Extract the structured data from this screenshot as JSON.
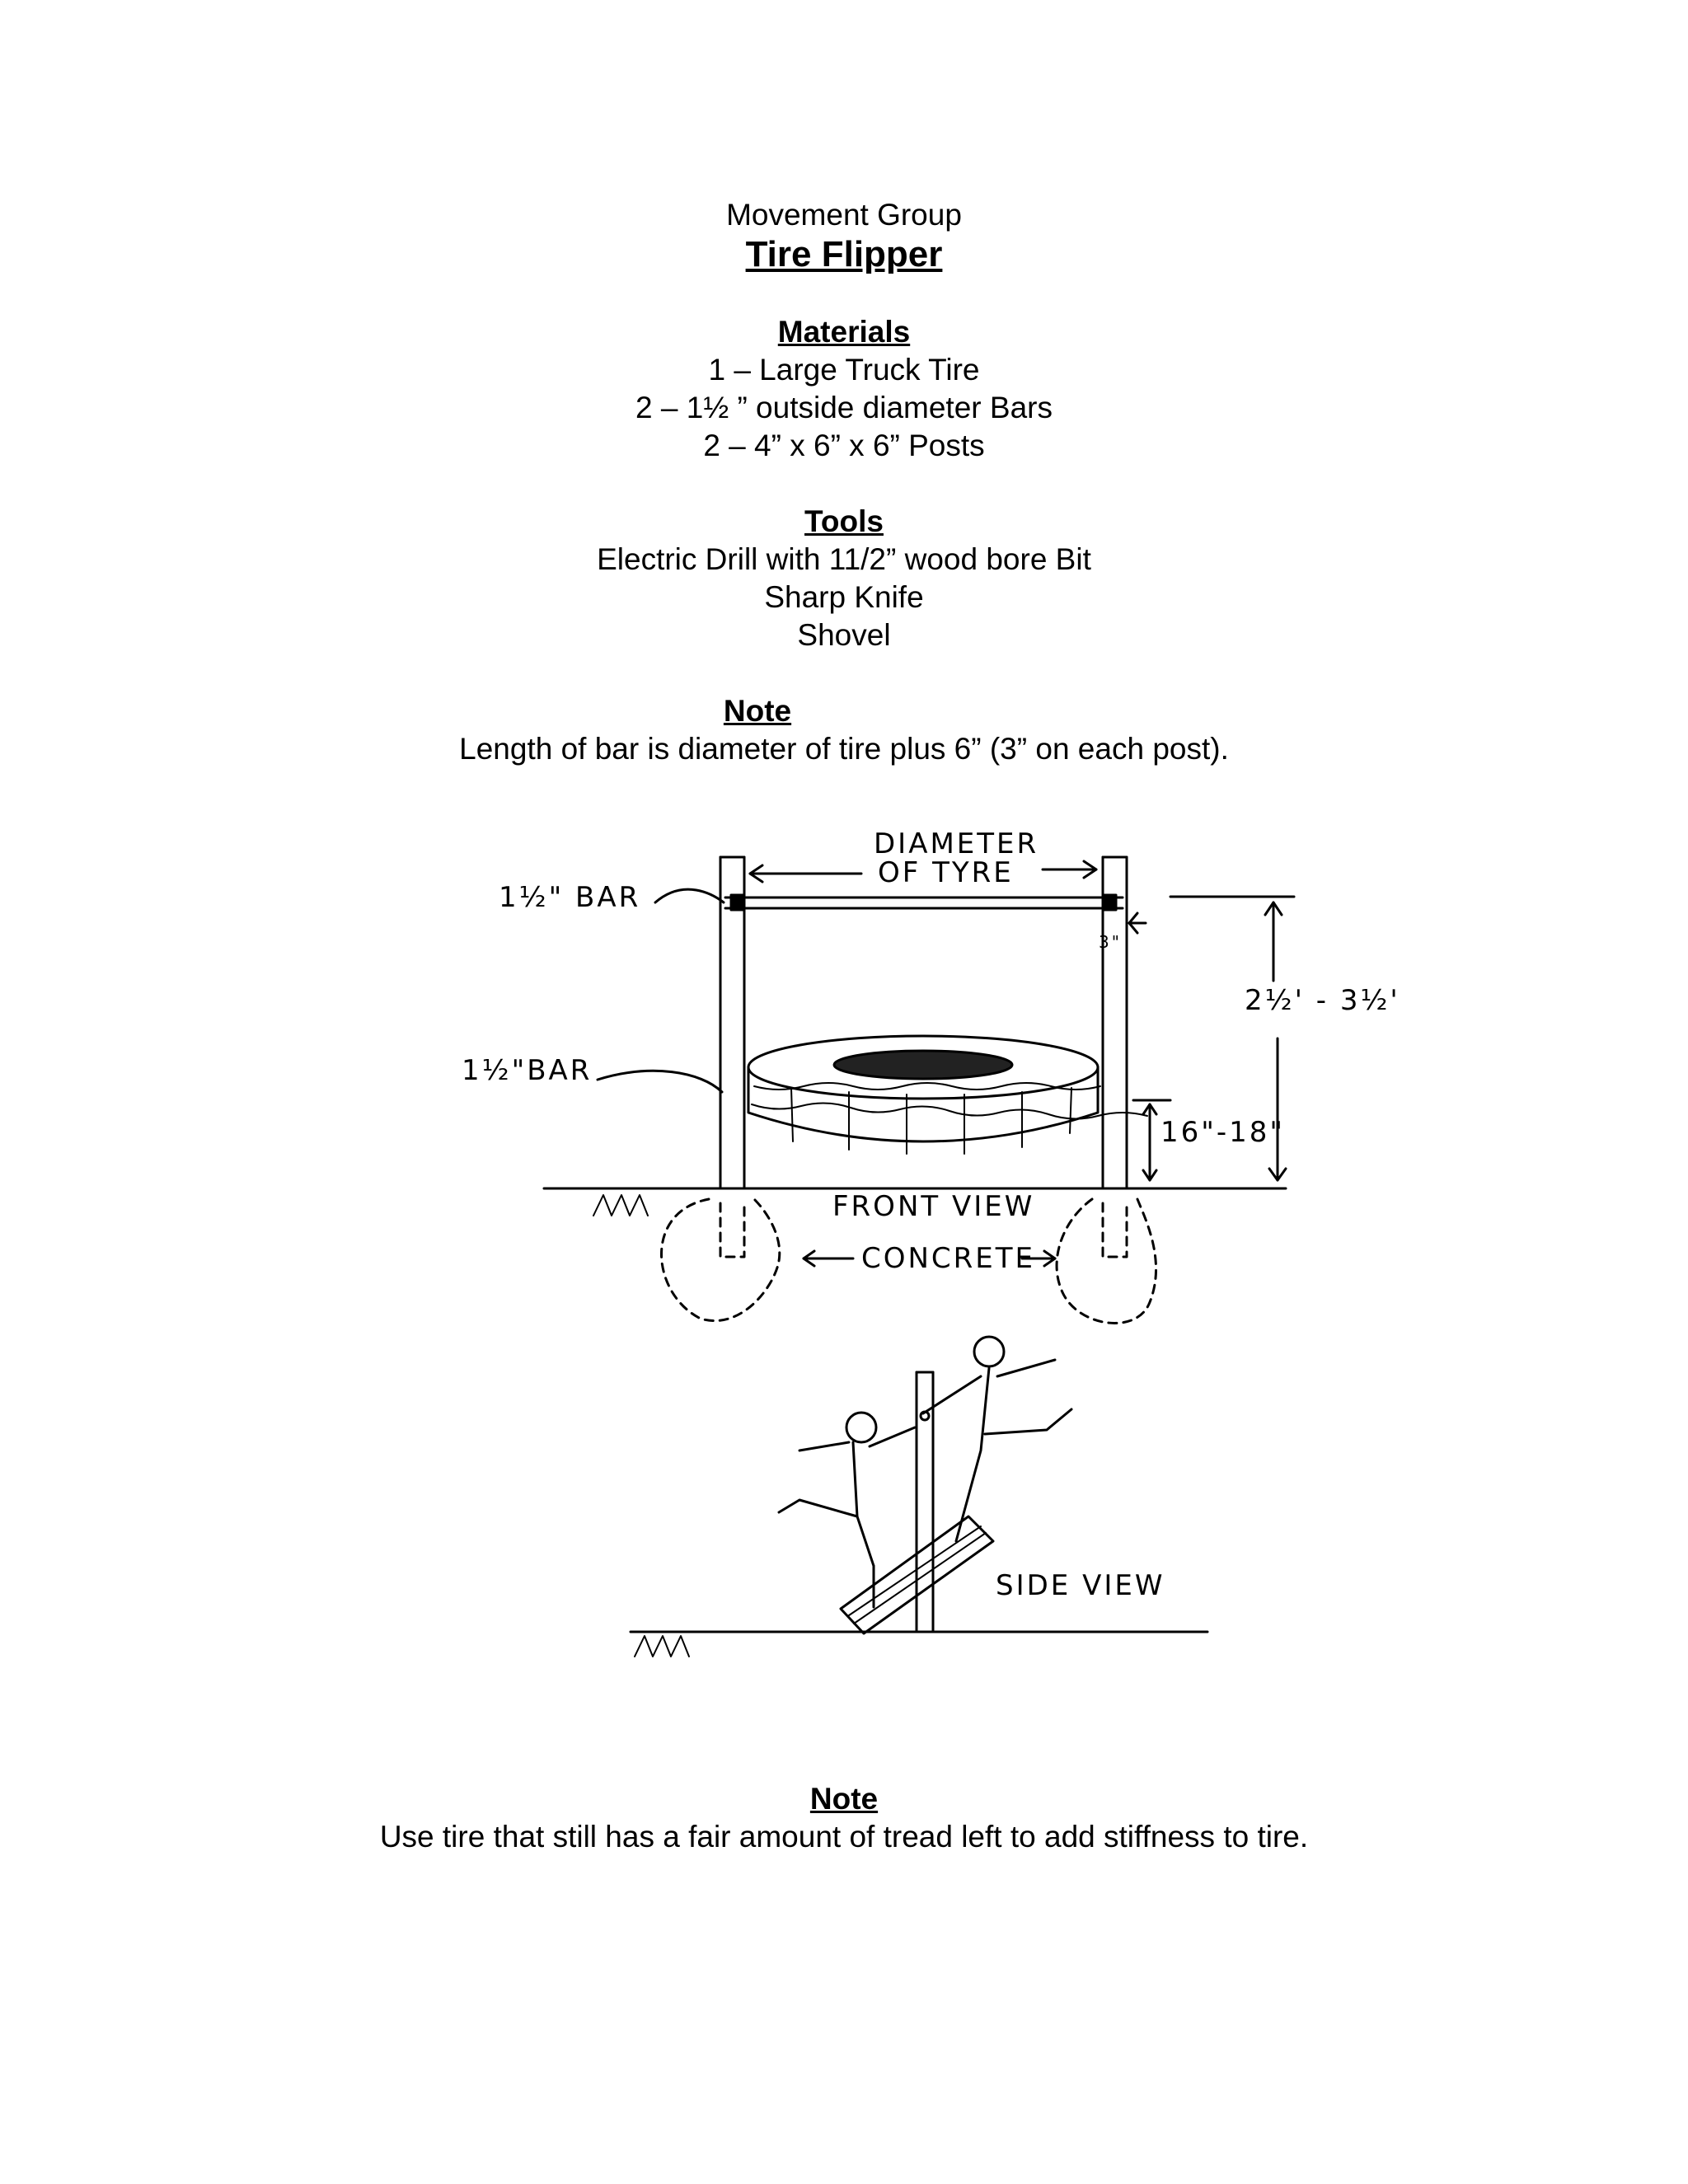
{
  "header": {
    "group": "Movement Group",
    "title": "Tire Flipper"
  },
  "materials": {
    "heading": "Materials",
    "items": [
      "1 – Large Truck Tire",
      "2 – 1½ ” outside diameter Bars",
      "2 – 4” x 6” x 6” Posts"
    ]
  },
  "tools": {
    "heading": "Tools",
    "items": [
      "Electric Drill with 11/2” wood bore Bit",
      "Sharp Knife",
      "Shovel"
    ]
  },
  "note1": {
    "heading": "Note",
    "text": "Length of bar is diameter of tire plus 6” (3” on each post)."
  },
  "diagram": {
    "bar_top_label": "1½\" BAR",
    "bar_low_label": "1½\"BAR",
    "diameter_label_1": "DIAMETER",
    "diameter_label_2": "OF TYRE",
    "offset_label": "3\"",
    "height_label": "2½' - 3½'",
    "tire_height_label": "16\"-18\"",
    "front_view_label": "FRONT VIEW",
    "concrete_label": "CONCRETE",
    "side_view_label": "SIDE VIEW"
  },
  "note2": {
    "heading": "Note",
    "text": "Use tire that still has a fair amount of tread left to add stiffness to tire."
  }
}
